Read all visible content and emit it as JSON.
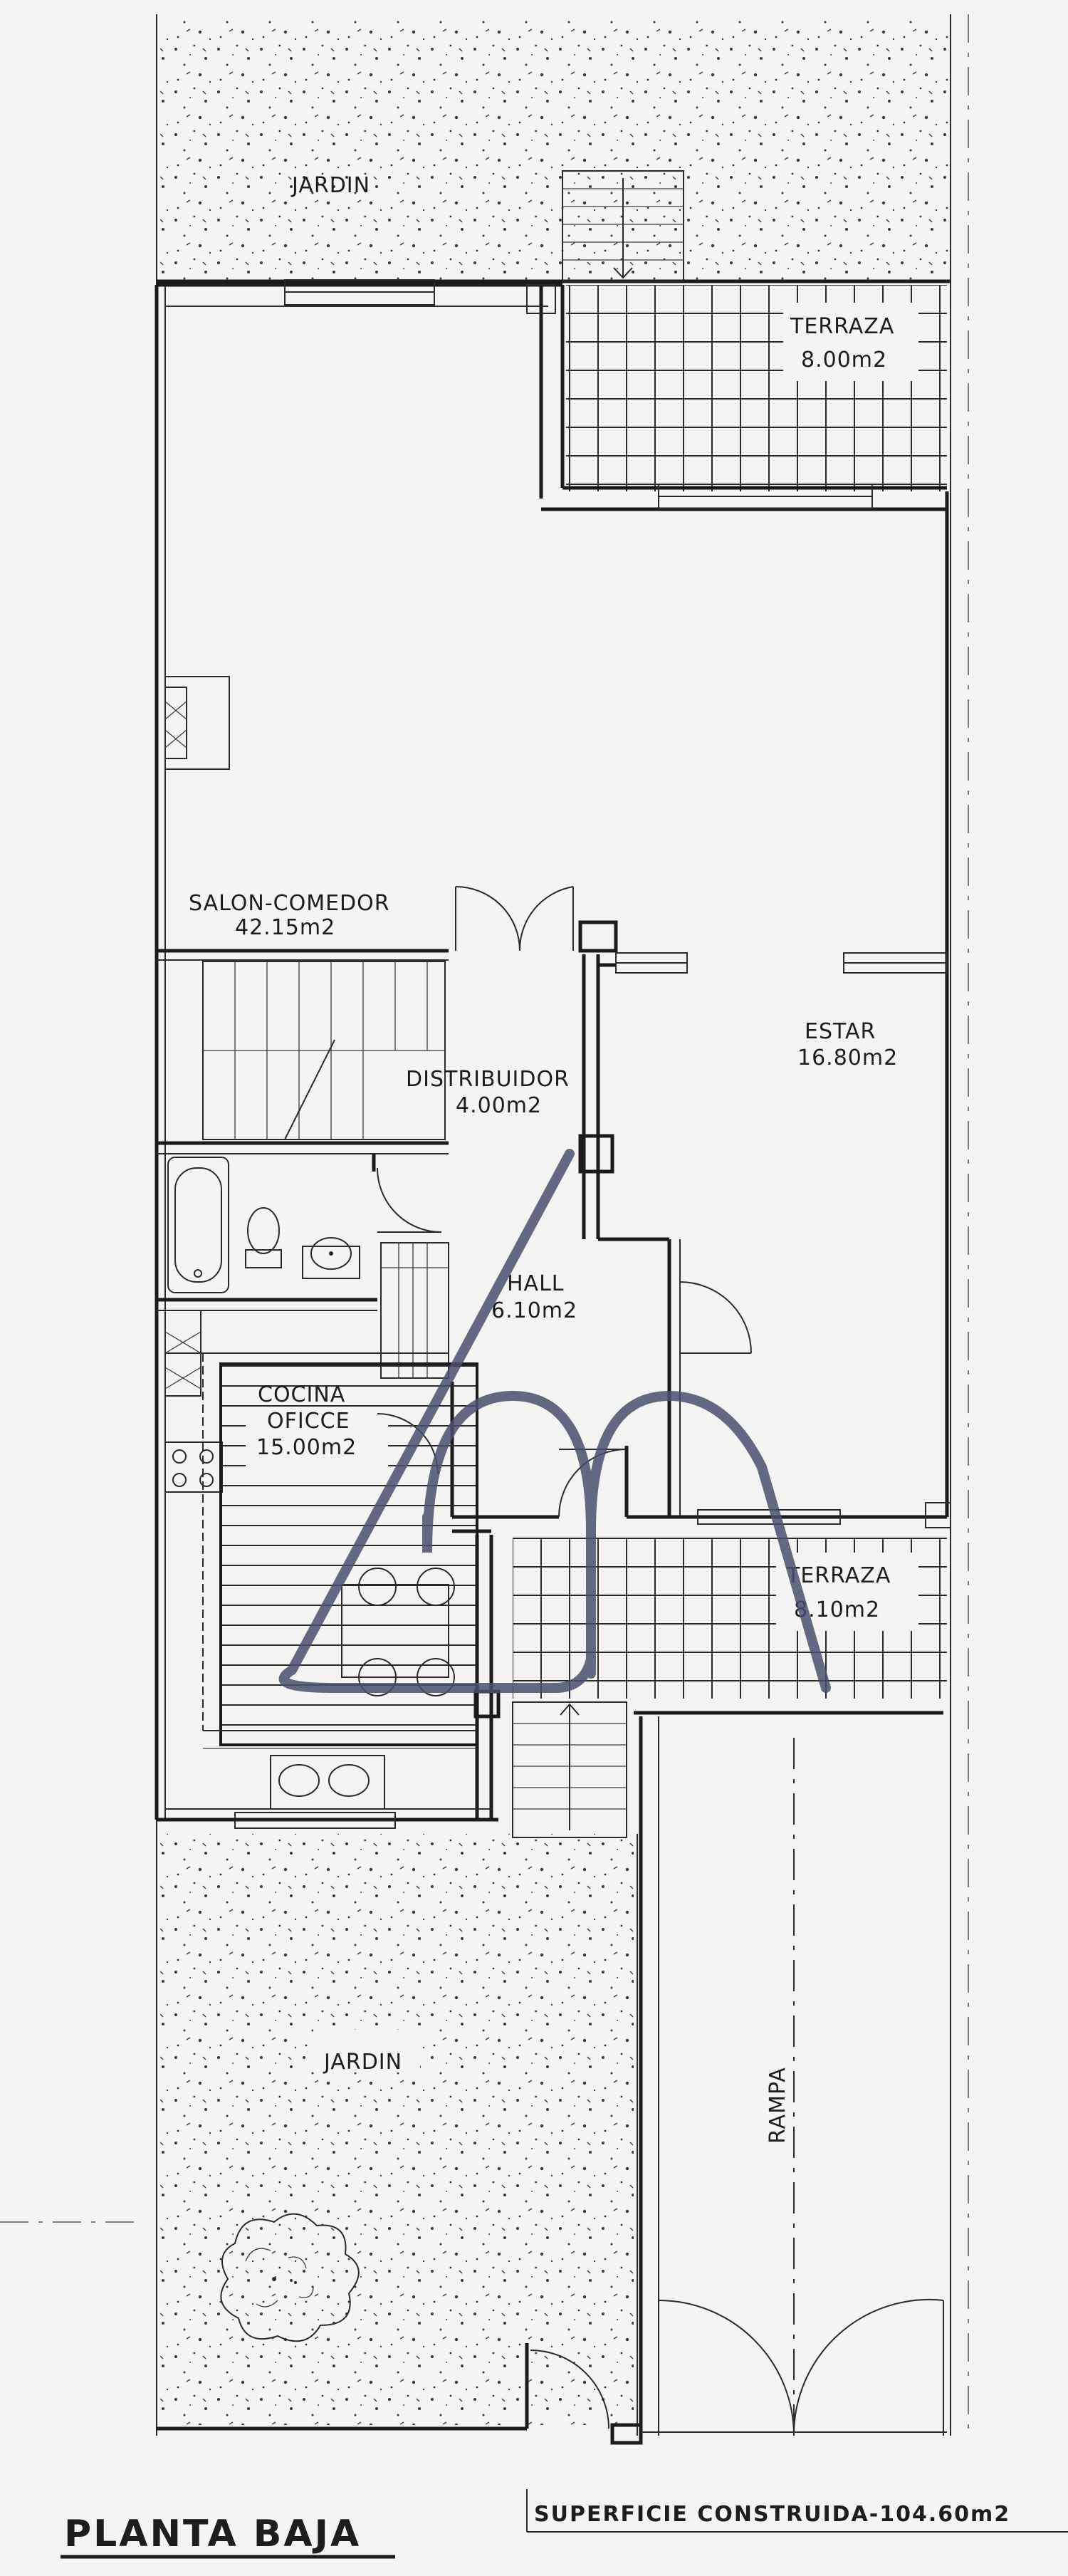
{
  "plan": {
    "title": "PLANTA BAJA",
    "surface": "SUPERFICIE CONSTRUIDA-104.60m2"
  },
  "rooms": {
    "jardin_top": {
      "name": "JARDIN"
    },
    "terraza_top": {
      "name": "TERRAZA",
      "area": "8.00m2"
    },
    "salon": {
      "name": "SALON-COMEDOR",
      "area": "42.15m2"
    },
    "distribuidor": {
      "name": "DISTRIBUIDOR",
      "area": "4.00m2"
    },
    "estar": {
      "name": "ESTAR",
      "area": "16.80m2"
    },
    "hall": {
      "name": "HALL",
      "area": "6.10m2"
    },
    "cocina": {
      "name": "COCINA",
      "name2": "OFICCE",
      "area": "15.00m2"
    },
    "terraza_bottom": {
      "name": "TERRAZA",
      "area": "8.10m2"
    },
    "jardin_bottom": {
      "name": "JARDIN"
    },
    "rampa": {
      "name": "RAMPA"
    }
  },
  "colors": {
    "wall": "#1b1b1b",
    "watermark": "#4a4f6e",
    "paper": "#f4f4f2"
  }
}
